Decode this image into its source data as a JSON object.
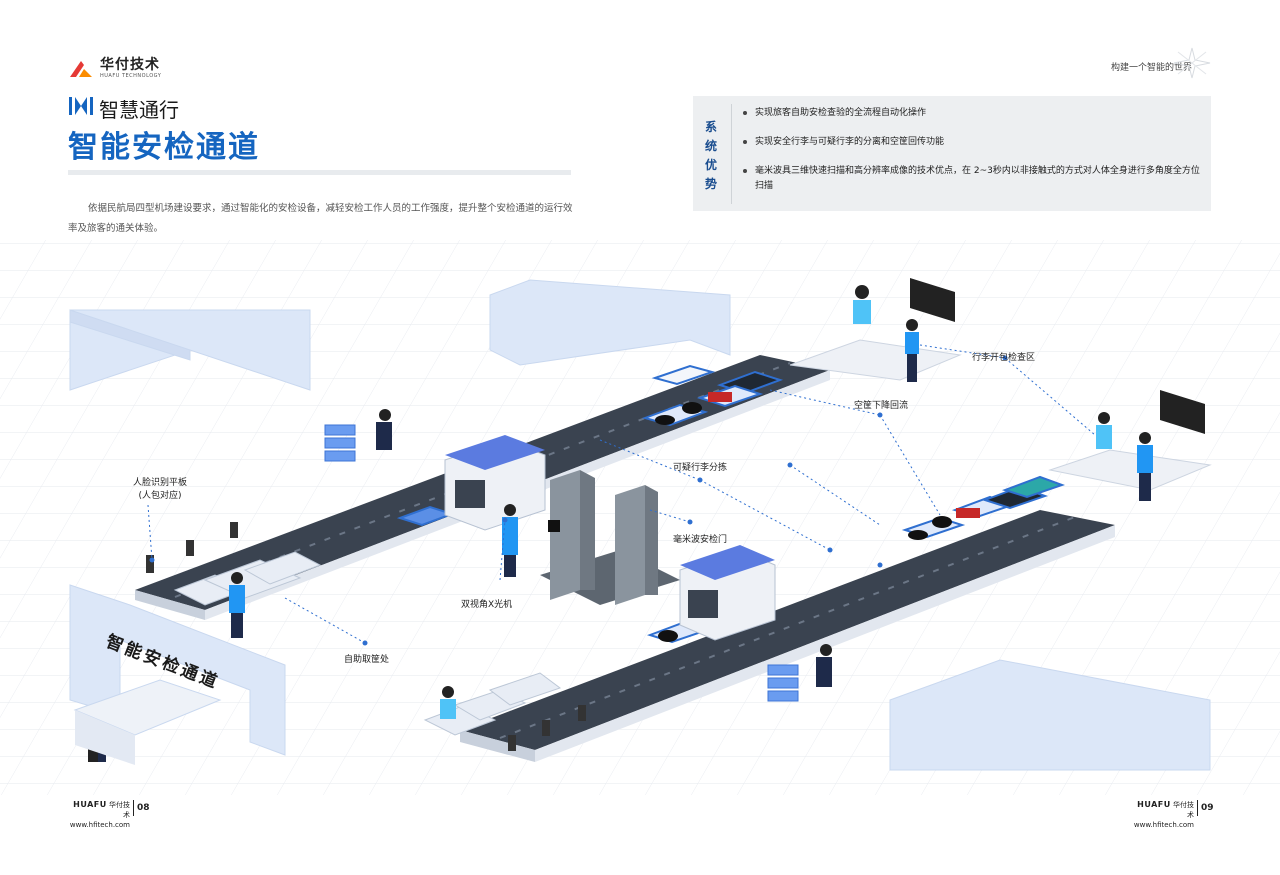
{
  "header": {
    "logo_cn": "华付技术",
    "logo_en": "HUAFU TECHNOLOGY",
    "slogan": "构建一个智能的世界"
  },
  "section": {
    "subtitle": "智慧通行",
    "title": "智能安检通道",
    "intro": "依据民航局四型机场建设要求，通过智能化的安检设备，减轻安检工作人员的工作强度，提升整个安检通道的运行效率及旅客的通关体验。"
  },
  "advantages": {
    "heading": [
      "系",
      "统",
      "优",
      "势"
    ],
    "items": [
      "实现旅客自助安检查验的全流程自动化操作",
      "实现安全行李与可疑行李的分离和空筐回传功能",
      "毫米波具三维快速扫描和高分辨率成像的技术优点，在 2~3秒内以非接触式的方式对人体全身进行多角度全方位扫描"
    ]
  },
  "scene": {
    "labels": {
      "face_tablet_1": "人脸识别平板",
      "face_tablet_2": "(人包对应)",
      "self_tray": "自助取筐处",
      "dual_xray": "双视角X光机",
      "mmwave_gate": "毫米波安检门",
      "suspect_sort": "可疑行李分拣",
      "empty_tray": "空筐下降回流",
      "open_check": "行李开包检查区",
      "gate_sign": "智能安检通道"
    },
    "colors": {
      "belt": "#3a4350",
      "belt_side": "#dfe4ee",
      "accent_blue": "#1565c0",
      "panel": "#edeff1"
    }
  },
  "footer": {
    "left_brand": "HUAFU",
    "left_brand_cn": "华付技术",
    "left_url": "www.hfitech.com",
    "left_page": "08",
    "right_brand": "HUAFU",
    "right_brand_cn": "华付技术",
    "right_url": "www.hfitech.com",
    "right_page": "09"
  }
}
